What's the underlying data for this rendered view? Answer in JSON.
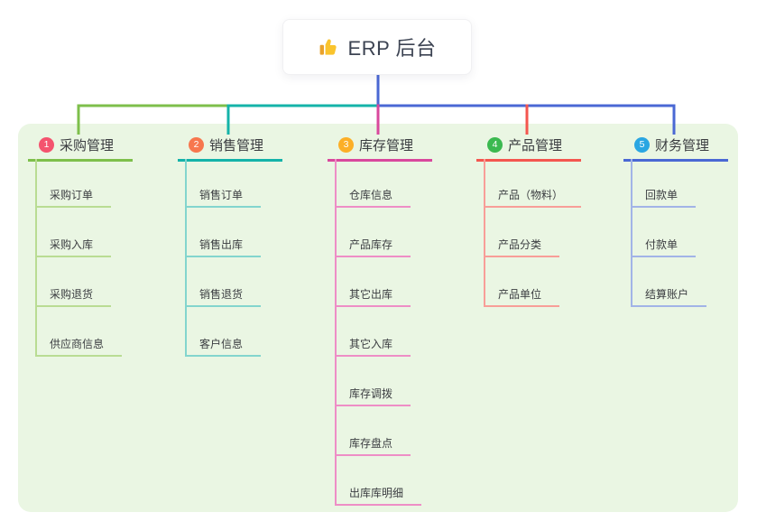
{
  "root": {
    "label": "ERP 后台",
    "icon": "thumbs-up-icon"
  },
  "theme": {
    "background": "#ffffff",
    "panel_bg": "#eaf6e3",
    "root_card_bg": "#ffffff",
    "text_dark": "#3a3c40",
    "trunk_color": "#4a68d4"
  },
  "branches": [
    {
      "num": "1",
      "label": "采购管理",
      "line_color": "#7ebf4b",
      "light_color": "#b9dc93",
      "badge_color": "#f4536e",
      "children": [
        "采购订单",
        "采购入库",
        "采购退货",
        "供应商信息"
      ]
    },
    {
      "num": "2",
      "label": "销售管理",
      "line_color": "#14b3a9",
      "light_color": "#83d5ce",
      "badge_color": "#f7774e",
      "children": [
        "销售订单",
        "销售出库",
        "销售退货",
        "客户信息"
      ]
    },
    {
      "num": "3",
      "label": "库存管理",
      "line_color": "#d9489d",
      "light_color": "#ee8ec6",
      "badge_color": "#fcaf27",
      "children": [
        "仓库信息",
        "产品库存",
        "其它出库",
        "其它入库",
        "库存调拨",
        "库存盘点",
        "出库库明细"
      ]
    },
    {
      "num": "4",
      "label": "产品管理",
      "line_color": "#f4564f",
      "light_color": "#f89e98",
      "badge_color": "#3bb950",
      "children": [
        "产品（物料）",
        "产品分类",
        "产品单位"
      ]
    },
    {
      "num": "5",
      "label": "财务管理",
      "line_color": "#4a68d4",
      "light_color": "#a2b4e7",
      "badge_color": "#2aa6e2",
      "children": [
        "回款单",
        "付款单",
        "结算账户"
      ]
    }
  ]
}
